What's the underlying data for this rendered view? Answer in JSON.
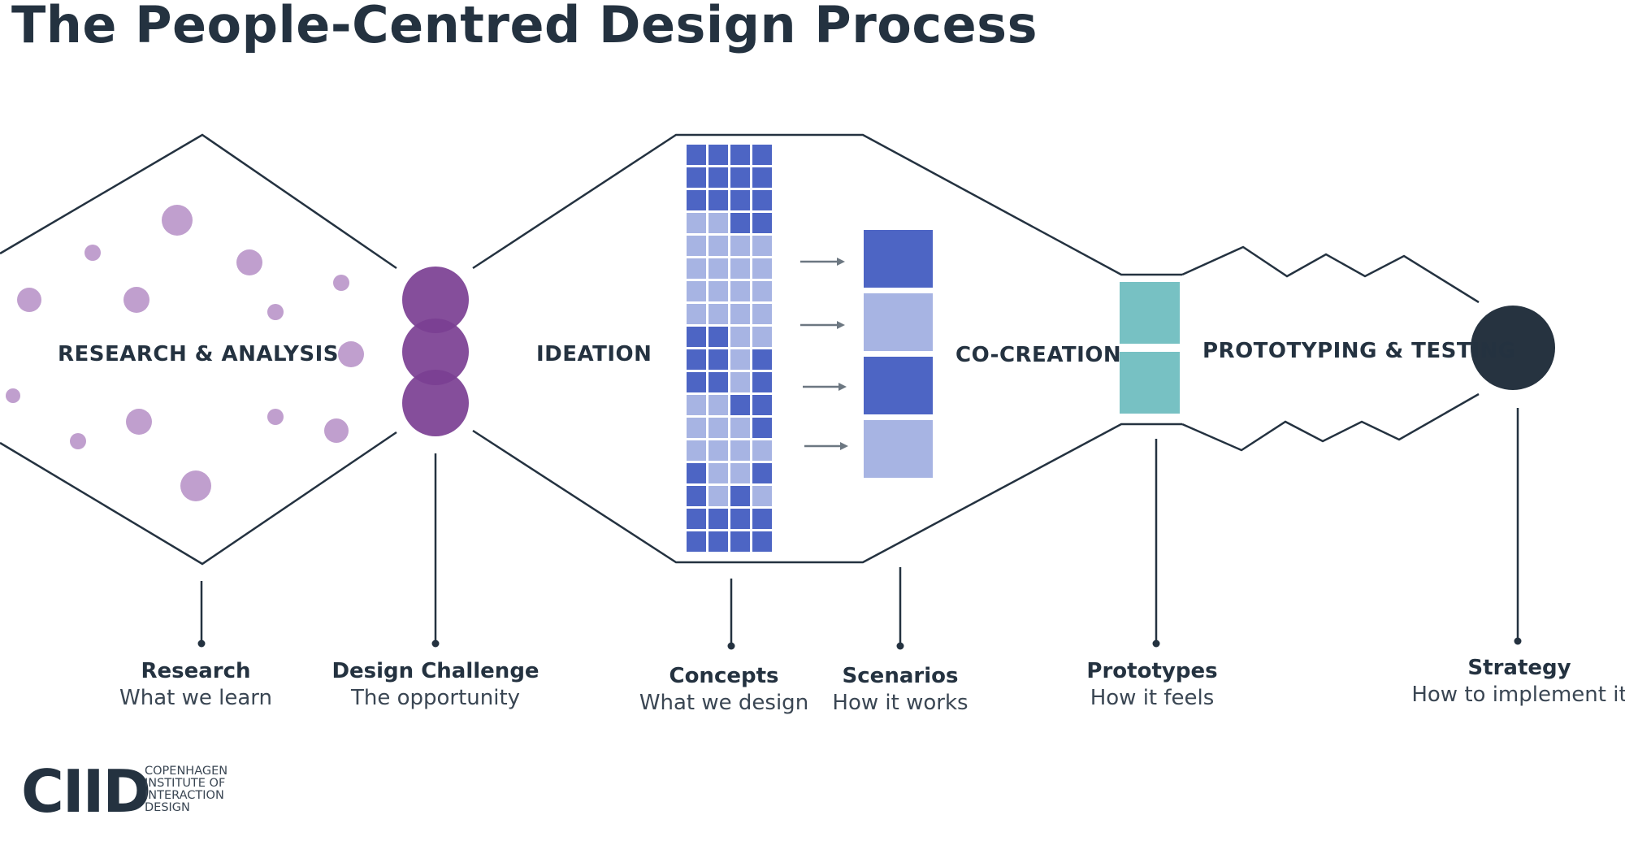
{
  "title": "The People-Centred Design Process",
  "phases": {
    "research": "RESEARCH & ANALYSIS",
    "ideation": "IDEATION",
    "cocreation": "CO-CREATION",
    "prototyping": "PROTOTYPING & TESTING"
  },
  "outputs": [
    {
      "title": "Research",
      "subtitle": "What we learn"
    },
    {
      "title": "Design Challenge",
      "subtitle": "The opportunity"
    },
    {
      "title": "Concepts",
      "subtitle": "What we design"
    },
    {
      "title": "Scenarios",
      "subtitle": "How it works"
    },
    {
      "title": "Prototypes",
      "subtitle": "How it feels"
    },
    {
      "title": "Strategy",
      "subtitle": "How to implement it"
    }
  ],
  "logo": {
    "mark": "CIID",
    "lines": [
      "COPENHAGEN",
      "INSTITUTE OF",
      "INTERACTION",
      "DESIGN"
    ]
  },
  "colors": {
    "outline": "#243240",
    "research_dots": "#c09fce",
    "challenge_circles": "#7b3f93",
    "concept_dark": "#4d65c4",
    "concept_light": "#a7b4e3",
    "prototype": "#77c1c3",
    "strategy": "#263340",
    "arrow": "#6c7781"
  }
}
